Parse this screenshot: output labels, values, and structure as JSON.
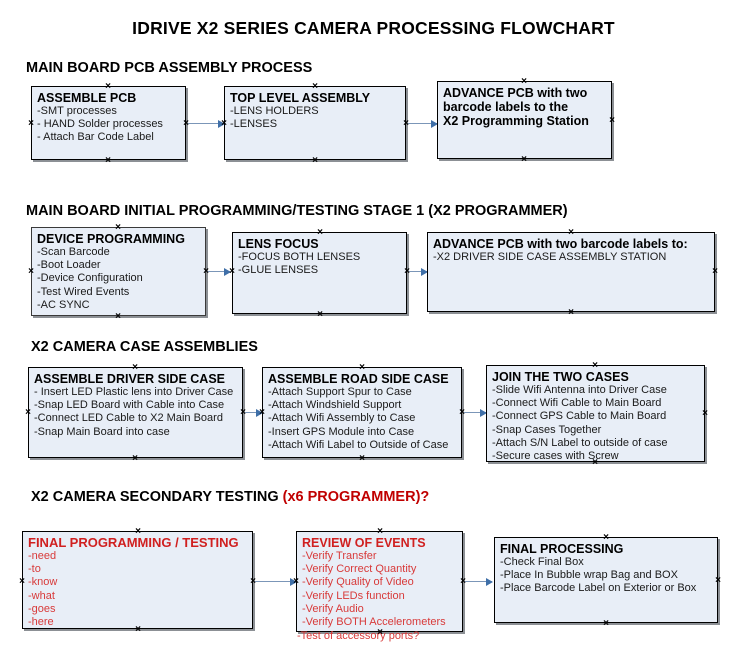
{
  "document": {
    "title": "IDRIVE X2  SERIES CAMERA PROCESSING FLOWCHART"
  },
  "sections": [
    {
      "id": "main-board-pcb-assembly-process",
      "heading": "MAIN BOARD PCB ASSEMBLY PROCESS",
      "heading_accent": ""
    },
    {
      "id": "main-board-initial-programming",
      "heading": "MAIN BOARD INITIAL PROGRAMMING/TESTING STAGE 1 (X2 PROGRAMMER)",
      "heading_accent": ""
    },
    {
      "id": "x2-camera-case-assemblies",
      "heading": "X2 CAMERA CASE ASSEMBLIES",
      "heading_accent": ""
    },
    {
      "id": "x2-camera-secondary-testing",
      "heading": "X2 CAMERA SECONDARY TESTING ",
      "heading_accent": "(x6 PROGRAMMER)?"
    }
  ],
  "boxes": {
    "assemble_pcb": {
      "title": "ASSEMBLE PCB",
      "lines": [
        "-SMT processes",
        "- HAND Solder processes",
        "- Attach Bar Code Label"
      ]
    },
    "top_level_assembly": {
      "title": "TOP LEVEL ASSEMBLY",
      "lines": [
        "-LENS HOLDERS",
        "-LENSES"
      ]
    },
    "advance_pcb_station": {
      "title": "ADVANCE PCB with two",
      "title_line2": "barcode labels to the",
      "title_line3": " X2 Programming Station",
      "lines": []
    },
    "device_programming": {
      "title": "DEVICE PROGRAMMING",
      "lines": [
        "-Scan Barcode",
        "-Boot Loader",
        "-Device Configuration",
        "-Test Wired Events",
        "-AC SYNC"
      ]
    },
    "lens_focus": {
      "title": "LENS FOCUS",
      "lines": [
        "-FOCUS BOTH LENSES",
        "-GLUE LENSES"
      ]
    },
    "advance_pcb_driver_side": {
      "title": "ADVANCE PCB with two barcode labels to:",
      "lines": [
        "-X2 DRIVER  SIDE  CASE  ASSEMBLY STATION"
      ]
    },
    "assemble_driver_side_case": {
      "title": "ASSEMBLE DRIVER SIDE CASE",
      "lines": [
        "- Insert LED Plastic lens into Driver Case",
        "-Snap LED Board with Cable into Case",
        "-Connect LED Cable to X2 Main Board",
        "-Snap Main Board into case"
      ]
    },
    "assemble_road_side_case": {
      "title": "ASSEMBLE ROAD SIDE CASE",
      "lines": [
        "-Attach Support Spur to Case",
        "-Attach Windshield Support",
        "-Attach Wifi Assembly to Case",
        "-Insert GPS Module into Case",
        "-Attach Wifi Label to Outside of Case"
      ]
    },
    "join_the_two_cases": {
      "title": "JOIN THE TWO CASES",
      "lines": [
        "-Slide Wifi Antenna into Driver Case",
        "-Connect Wifi Cable to Main Board",
        "-Connect GPS Cable to Main Board",
        "-Snap Cases Together",
        "-Attach S/N Label to outside of case",
        "-Secure cases with Screw"
      ]
    },
    "final_programming_testing": {
      "title": "FINAL PROGRAMMING / TESTING",
      "lines": [
        "-need",
        "-to",
        "-know",
        "-what",
        "-goes",
        "-here"
      ]
    },
    "review_of_events": {
      "title": "REVIEW OF EVENTS",
      "lines": [
        "-Verify Transfer",
        "-Verify Correct Quantity",
        "-Verify Quality of Video",
        "-Verify LEDs function",
        "-Verify Audio",
        "-Verify BOTH Accelerometers"
      ],
      "overflow_line": "-Test of accessory ports?"
    },
    "final_processing": {
      "title": "FINAL PROCESSING",
      "lines": [
        "-Check Final Box",
        "-Place In Bubble wrap Bag and BOX",
        "-Place Barcode Label on Exterior or Box"
      ]
    }
  },
  "colors": {
    "box_fill": "#e8eef7",
    "box_border": "#000000",
    "box_shadow": "#787c82",
    "connector": "#7b96b8",
    "arrow": "#3f6fa8",
    "red_title": "#d02020",
    "red_text": "#d83a3a",
    "heading": "#000000",
    "accent_heading": "#c00000"
  }
}
